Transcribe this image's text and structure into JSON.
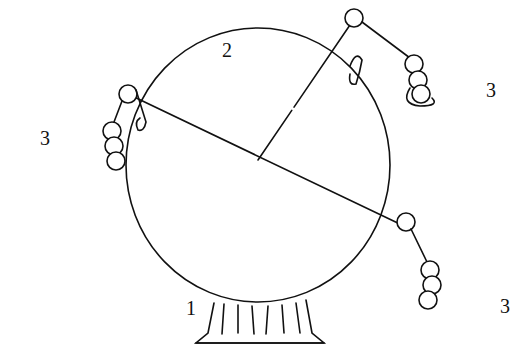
{
  "diagram": {
    "labels": [
      "3",
      "2",
      "3",
      "1",
      "3"
    ]
  }
}
